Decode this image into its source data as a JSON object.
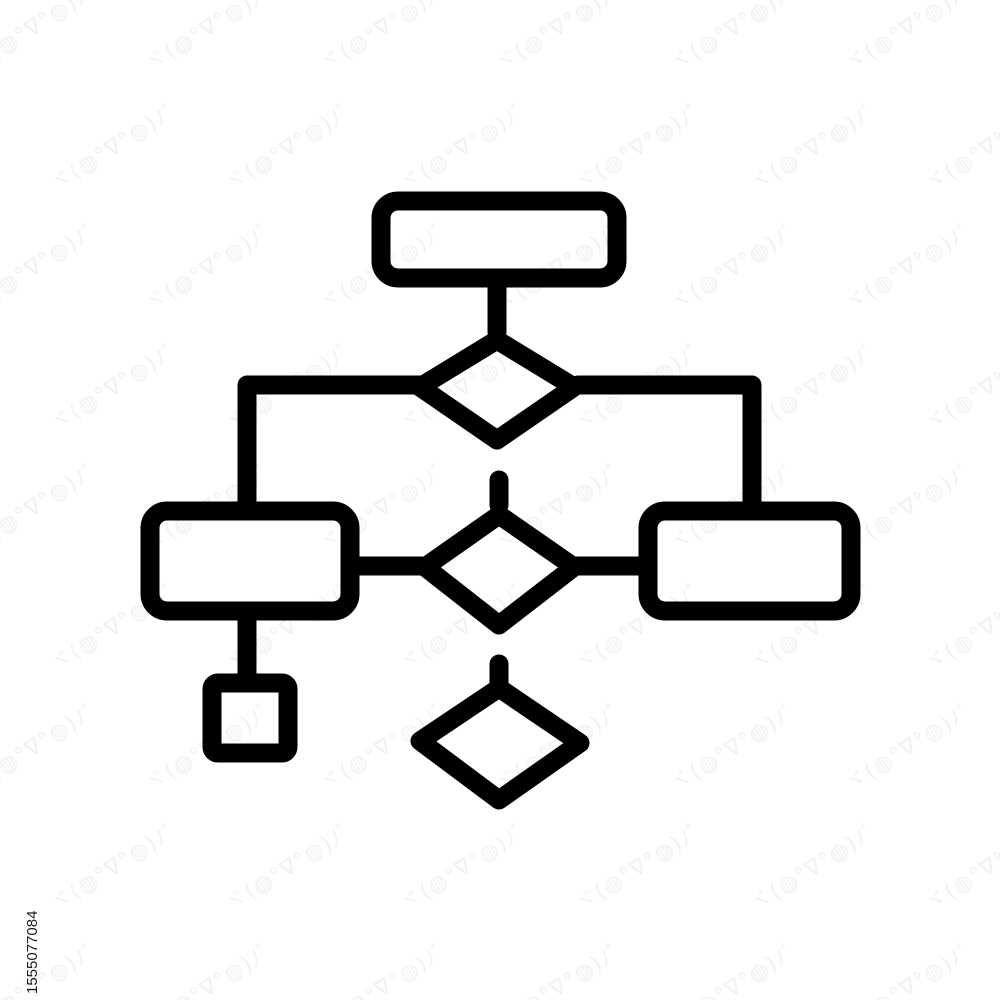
{
  "image": {
    "background_color": "#ffffff",
    "stroke_color": "#000000",
    "watermark_color": "#f1f1f1"
  },
  "diagram": {
    "icon_name": "flowchart-icon",
    "nodes": [
      {
        "id": "top",
        "shape": "rounded-rectangle",
        "label": ""
      },
      {
        "id": "decision-upper",
        "shape": "diamond",
        "label": ""
      },
      {
        "id": "left",
        "shape": "rounded-rectangle",
        "label": ""
      },
      {
        "id": "decision-middle",
        "shape": "diamond",
        "label": ""
      },
      {
        "id": "right",
        "shape": "rounded-rectangle",
        "label": ""
      },
      {
        "id": "end-square",
        "shape": "square",
        "label": ""
      },
      {
        "id": "decision-lower",
        "shape": "diamond",
        "label": ""
      }
    ],
    "edges": [
      {
        "from": "top",
        "to": "decision-upper"
      },
      {
        "from": "decision-upper",
        "to": "left"
      },
      {
        "from": "decision-upper",
        "to": "right"
      },
      {
        "from": "left",
        "to": "decision-middle"
      },
      {
        "from": "decision-middle",
        "to": "right"
      },
      {
        "from": "left",
        "to": "end-square"
      }
    ]
  },
  "watermark": {
    "text": "ヾ(◍°∇°◍)ﾉﾞ"
  },
  "stock_id": "1555077084"
}
